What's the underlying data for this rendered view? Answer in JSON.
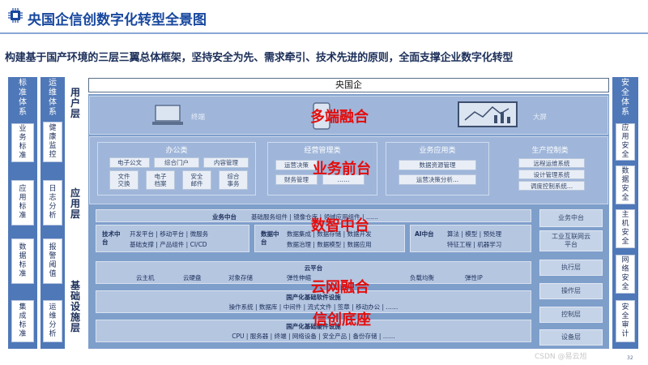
{
  "title": "央国企信创数字化转型全景图",
  "subtitle": "构建基于国产环境的三层三翼总体框架，坚持安全为先、需求牵引、技术先进的原则，全面支撑企业数字化转型",
  "soe_label": "央国企",
  "left_columns": [
    {
      "head": "标准体系",
      "items": [
        "业务标准",
        "应用标准",
        "数据标准",
        "集成标准"
      ]
    },
    {
      "head": "运维体系",
      "items": [
        "健康监控",
        "日志分析",
        "报警阈值",
        "运维分析"
      ]
    }
  ],
  "layer_labels": {
    "user": "用户层",
    "app": "应用层",
    "base": "基础设施层"
  },
  "user_layer": {
    "terminal": "终端",
    "screen": "大屏",
    "slogan": "多端融合"
  },
  "app_layer": {
    "slogan": "业务前台",
    "categories": [
      {
        "name": "办公类",
        "items": [
          "电子公文",
          "综合门户",
          "内容管理",
          "文件交换",
          "电子档案",
          "安全邮件",
          "综合事务"
        ]
      },
      {
        "name": "经营管理类",
        "items": [
          "运营决策",
          "财务管理",
          "……"
        ]
      },
      {
        "name": "业务应用类",
        "items": [
          "数据资源管理",
          "运营决策分析..."
        ]
      },
      {
        "name": "生产控制类",
        "items": [
          "远程运维系统",
          "设计管理系统",
          "调度控制系统..."
        ]
      }
    ]
  },
  "middle_platform": {
    "slogan": "数智中台",
    "business_label": "业务中台",
    "business_row": "基础服务组件 | 镜像仓库 | 领域应用组件 | ……",
    "tech_label": "技术中台",
    "tech_lines": [
      "开发平台 | 移动平台 | 微服务",
      "基础支撑 | 产品组件 | CI/CD"
    ],
    "data_label": "数据中台",
    "data_lines": [
      "数据集成 | 数据存储 | 数据开发",
      "数据治理 | 数据模型 | 数据应用"
    ],
    "ai_label": "AI中台",
    "ai_lines": [
      "算法 | 模型 | 预处理",
      "特征工程 | 机器学习"
    ]
  },
  "cloud": {
    "slogan": "云网融合",
    "label": "云平台",
    "items": [
      "云主机",
      "云硬盘",
      "对象存储",
      "弹性伸缩",
      "负载均衡",
      "弹性IP"
    ],
    "sw_label": "国产化基础软件设施",
    "sw_row": "操作系统 | 数据库 | 中间件 | 流式文件 | 签章 | 移动办公 | ……"
  },
  "hardware": {
    "slogan": "信创底座",
    "label": "国产化基础硬件设施",
    "row": "CPU | 服务器 | 终端 | 网络设备 | 安全产品 | 备份存储 | ……"
  },
  "right_inner": [
    "业务中台",
    "工业互联网云平台",
    "执行层",
    "操作层",
    "控制层",
    "设备层"
  ],
  "security": {
    "head": "安全体系",
    "items": [
      "应用安全",
      "数据安全",
      "主机安全",
      "网络安全",
      "安全审计"
    ]
  },
  "page_number": "32",
  "watermark": "CSDN @易云旭",
  "colors": {
    "accent": "#17479e",
    "zone": "#7f9fcb",
    "highlight": "#e30d0d"
  }
}
